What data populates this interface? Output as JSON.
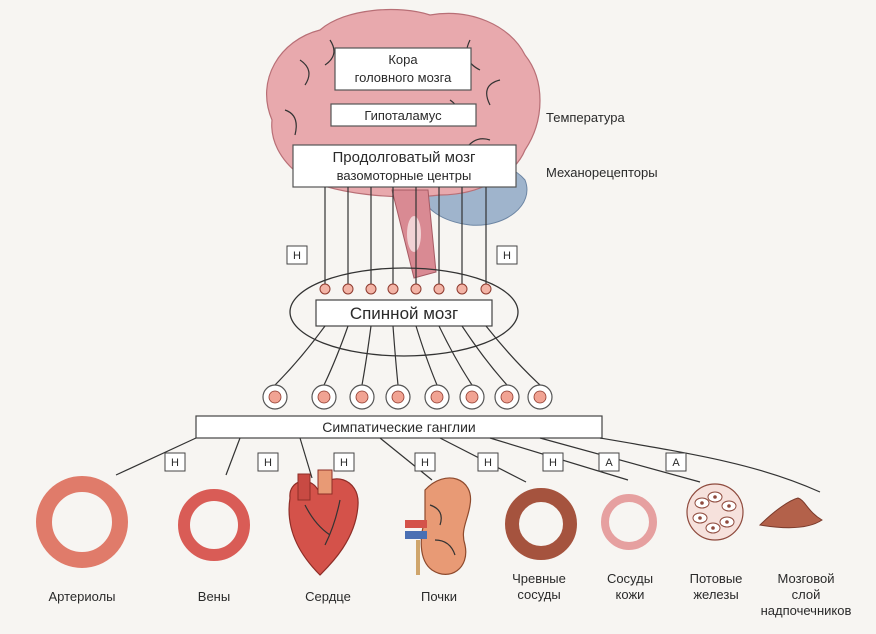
{
  "brain": {
    "cortex": [
      "Кора",
      "головного мозга"
    ],
    "hypothalamus": "Гипоталамус",
    "medulla": [
      "Продолговатый мозг",
      "вазомоторные центры"
    ]
  },
  "side_labels": {
    "temperature": "Температура",
    "mechanoreceptors": "Механорецепторы"
  },
  "spinal_cord": "Спинной мозг",
  "ganglia": "Симпатические ганглии",
  "badges": {
    "upper_left": "Н",
    "upper_right": "Н",
    "effectors": [
      "Н",
      "Н",
      "Н",
      "Н",
      "Н",
      "Н",
      "А",
      "А"
    ]
  },
  "organs": {
    "arterioles": "Артериолы",
    "veins": "Вены",
    "heart": "Сердце",
    "kidneys": "Почки",
    "splanchnic": [
      "Чревные",
      "сосуды"
    ],
    "skin_vessels": [
      "Сосуды",
      "кожи"
    ],
    "sweat_glands": [
      "Потовые",
      "железы"
    ],
    "adrenal_medulla": [
      "Мозговой",
      "слой",
      "надпочечников"
    ]
  },
  "colors": {
    "brain": "#e8a9ad",
    "cerebellum": "#9fb4cc",
    "brainstem": "#d98a93",
    "vessel_outer": "#e07b6a",
    "vessel_dark": "#b3614a",
    "organ_red": "#d4524a"
  }
}
